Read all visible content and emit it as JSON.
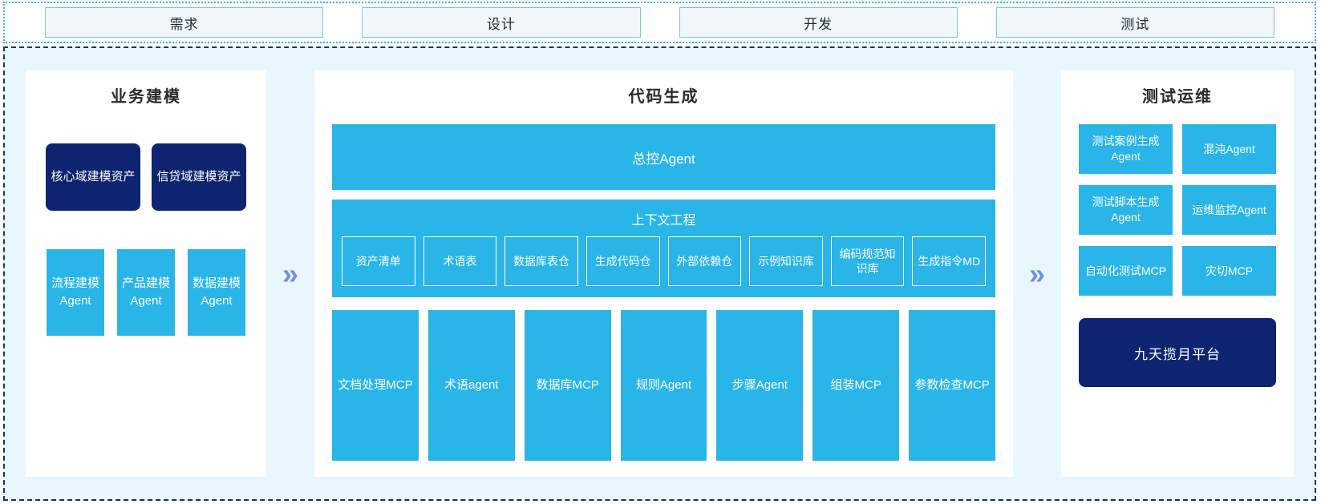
{
  "stages": [
    {
      "label": "需求"
    },
    {
      "label": "设计"
    },
    {
      "label": "开发"
    },
    {
      "label": "测试"
    }
  ],
  "colors": {
    "accent_cyan": "#29b5e8",
    "navy": "#0e2471",
    "chevron": "#6f8ee8",
    "region_bg": "#e9f6fd",
    "stage_fill": "#f2f7fa",
    "stage_border": "#7fc4dd",
    "region_border": "#1d3557"
  },
  "arrows": {
    "glyph": "»",
    "icon_name": "double-chevron-right-icon",
    "count": 2
  },
  "left_panel": {
    "title": "业务建模",
    "assets": [
      {
        "label": "核心域建模资产"
      },
      {
        "label": "信贷域建模资产"
      }
    ],
    "agents": [
      {
        "label": "流程建模Agent"
      },
      {
        "label": "产品建模Agent"
      },
      {
        "label": "数据建模Agent"
      }
    ]
  },
  "center_panel": {
    "title": "代码生成",
    "master_agent": "总控Agent",
    "context": {
      "title": "上下文工程",
      "items": [
        {
          "label": "资产清单"
        },
        {
          "label": "术语表"
        },
        {
          "label": "数据库表仓"
        },
        {
          "label": "生成代码仓"
        },
        {
          "label": "外部依赖仓"
        },
        {
          "label": "示例知识库"
        },
        {
          "label": "编码规范知识库"
        },
        {
          "label": "生成指令MD"
        }
      ]
    },
    "tools": [
      {
        "label": "文档处理MCP"
      },
      {
        "label": "术语agent"
      },
      {
        "label": "数据库MCP"
      },
      {
        "label": "规则Agent"
      },
      {
        "label": "步骤Agent"
      },
      {
        "label": "组装MCP"
      },
      {
        "label": "参数检查MCP"
      }
    ]
  },
  "right_panel": {
    "title": "测试运维",
    "cards": [
      {
        "label": "测试案例生成Agent"
      },
      {
        "label": "混沌Agent"
      },
      {
        "label": "测试脚本生成Agent"
      },
      {
        "label": "运维监控Agent"
      },
      {
        "label": "自动化测试MCP"
      },
      {
        "label": "灾切MCP"
      }
    ],
    "platform": "九天揽月平台"
  }
}
